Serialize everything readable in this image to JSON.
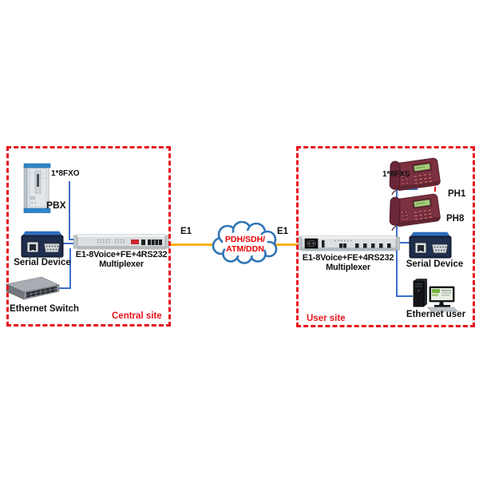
{
  "sites": {
    "central": {
      "label": "Central site",
      "pbx": {
        "label": "PBX",
        "port_label": "1*8FXO"
      },
      "serial_device": {
        "label": "Serial Device"
      },
      "ethernet_switch": {
        "label": "Ethernet Switch"
      },
      "multiplexer": {
        "name": "E1-8Voice+FE+4RS232",
        "type": "Multiplexer"
      }
    },
    "user": {
      "label": "User site",
      "multiplexer": {
        "name": "E1-8Voice+FE+4RS232",
        "type": "Multiplexer"
      },
      "phones": {
        "port_label": "1*8FXS",
        "first": "PH1",
        "last": "PH8"
      },
      "serial_device": {
        "label": "Serial Device"
      },
      "ethernet_user": {
        "label": "Ethernet user"
      }
    }
  },
  "wan": {
    "cloud_label_line1": "PDH/SDH/",
    "cloud_label_line2": "ATM/DDN",
    "left_link_label": "E1",
    "right_link_label": "E1"
  },
  "colors": {
    "site_border_red": "#e8131c",
    "connection_blue": "#3a6fc8",
    "e1_link_orange": "#ffaf00",
    "cloud_stroke_blue": "#2e75b6",
    "cloud_text_red": "#e60000"
  }
}
